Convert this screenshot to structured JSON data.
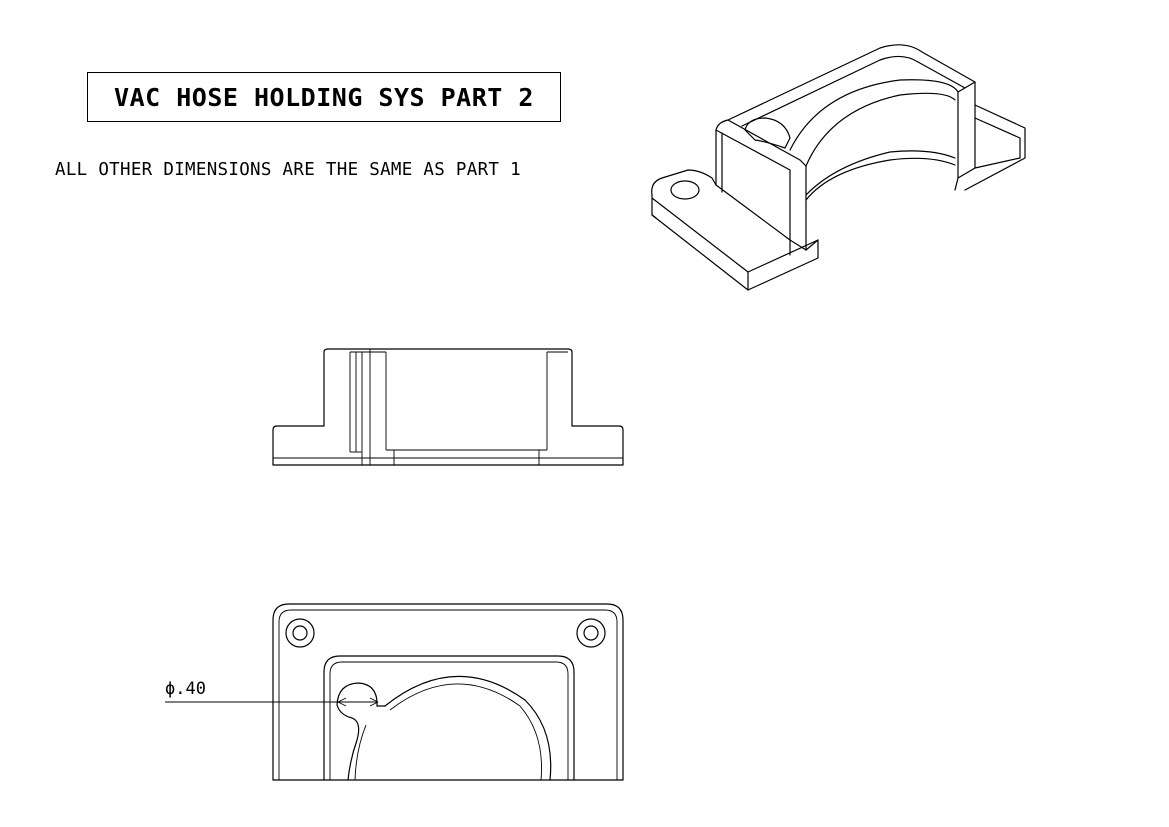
{
  "drawing": {
    "title": "VAC HOSE HOLDING SYS PART 2",
    "note": "ALL OTHER DIMENSIONS ARE THE SAME AS PART 1",
    "dimension_label": "ϕ.40"
  }
}
